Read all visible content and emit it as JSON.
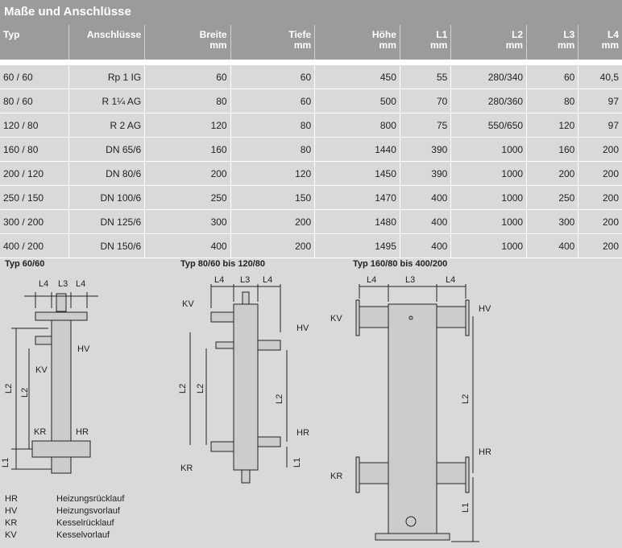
{
  "title": "Maße und Anschlüsse",
  "columns": [
    {
      "label": "Typ",
      "unit": ""
    },
    {
      "label": "Anschlüsse",
      "unit": ""
    },
    {
      "label": "Breite",
      "unit": "mm"
    },
    {
      "label": "Tiefe",
      "unit": "mm"
    },
    {
      "label": "Höhe",
      "unit": "mm"
    },
    {
      "label": "L1",
      "unit": "mm"
    },
    {
      "label": "L2",
      "unit": "mm"
    },
    {
      "label": "L3",
      "unit": "mm"
    },
    {
      "label": "L4",
      "unit": "mm"
    }
  ],
  "rows": [
    [
      "60 / 60",
      "Rp 1 IG",
      "60",
      "60",
      "450",
      "55",
      "280/340",
      "60",
      "40,5"
    ],
    [
      "80 / 60",
      "R 1¼ AG",
      "80",
      "60",
      "500",
      "70",
      "280/360",
      "80",
      "97"
    ],
    [
      "120 / 80",
      "R 2 AG",
      "120",
      "80",
      "800",
      "75",
      "550/650",
      "120",
      "97"
    ],
    [
      "160 / 80",
      "DN 65/6",
      "160",
      "80",
      "1440",
      "390",
      "1000",
      "160",
      "200"
    ],
    [
      "200 / 120",
      "DN 80/6",
      "200",
      "120",
      "1450",
      "390",
      "1000",
      "200",
      "200"
    ],
    [
      "250 / 150",
      "DN 100/6",
      "250",
      "150",
      "1470",
      "400",
      "1000",
      "250",
      "200"
    ],
    [
      "300 / 200",
      "DN 125/6",
      "300",
      "200",
      "1480",
      "400",
      "1000",
      "300",
      "200"
    ],
    [
      "400 / 200",
      "DN 150/6",
      "400",
      "200",
      "1495",
      "400",
      "1000",
      "400",
      "200"
    ]
  ],
  "diagrams": [
    {
      "title": "Typ 60/60",
      "labels": {
        "l1": "L1",
        "l2": "L2",
        "l2b": "L2",
        "l3": "L3",
        "l4": "L4",
        "hv": "HV",
        "kv": "KV",
        "kr": "KR",
        "hr": "HR"
      }
    },
    {
      "title": "Typ 80/60 bis 120/80",
      "labels": {
        "l1": "L1",
        "l2": "L2",
        "l2b": "L2",
        "l3": "L3",
        "l4": "L4",
        "hv": "HV",
        "kv": "KV",
        "kr": "KR",
        "hr": "HR"
      }
    },
    {
      "title": "Typ 160/80 bis 400/200",
      "labels": {
        "l1": "L1",
        "l2": "L2",
        "l3": "L3",
        "l4": "L4",
        "hv": "HV",
        "kv": "KV",
        "kr": "KR",
        "hr": "HR"
      }
    }
  ],
  "legend": [
    [
      "HR",
      "Heizungsrücklauf"
    ],
    [
      "HV",
      "Heizungsvorlauf"
    ],
    [
      "KR",
      "Kesselrücklauf"
    ],
    [
      "KV",
      "Kesselvorlauf"
    ]
  ]
}
